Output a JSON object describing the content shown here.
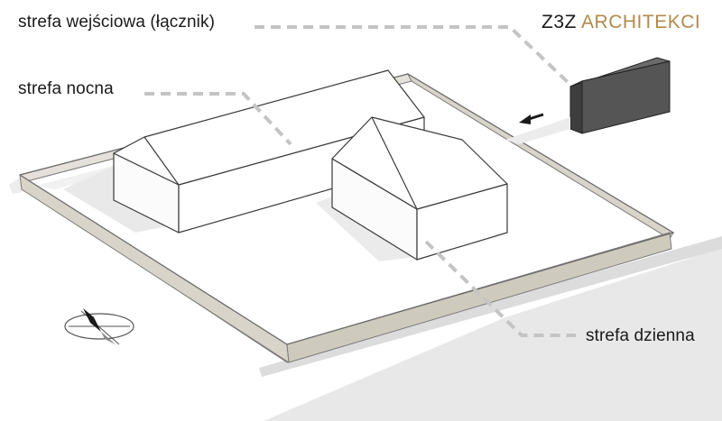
{
  "labels": {
    "entry_zone": "strefa wejściowa (łącznik)",
    "night_zone": "strefa nocna",
    "day_zone": "strefa dzienna"
  },
  "brand": {
    "name_part1": "Z3Z",
    "name_part2": "ARCHITEKCI",
    "accent_color": "#b08a4e"
  },
  "colors": {
    "ground": "#e6e6e6",
    "plot": "#ffffff",
    "wall": "#d9d4c9",
    "building": "#ffffff",
    "connector": "#5a5a5a",
    "leader": "#c4c4c4"
  },
  "icons": {
    "compass": "north-arrow-icon",
    "arrow": "entrance-arrow-icon"
  }
}
